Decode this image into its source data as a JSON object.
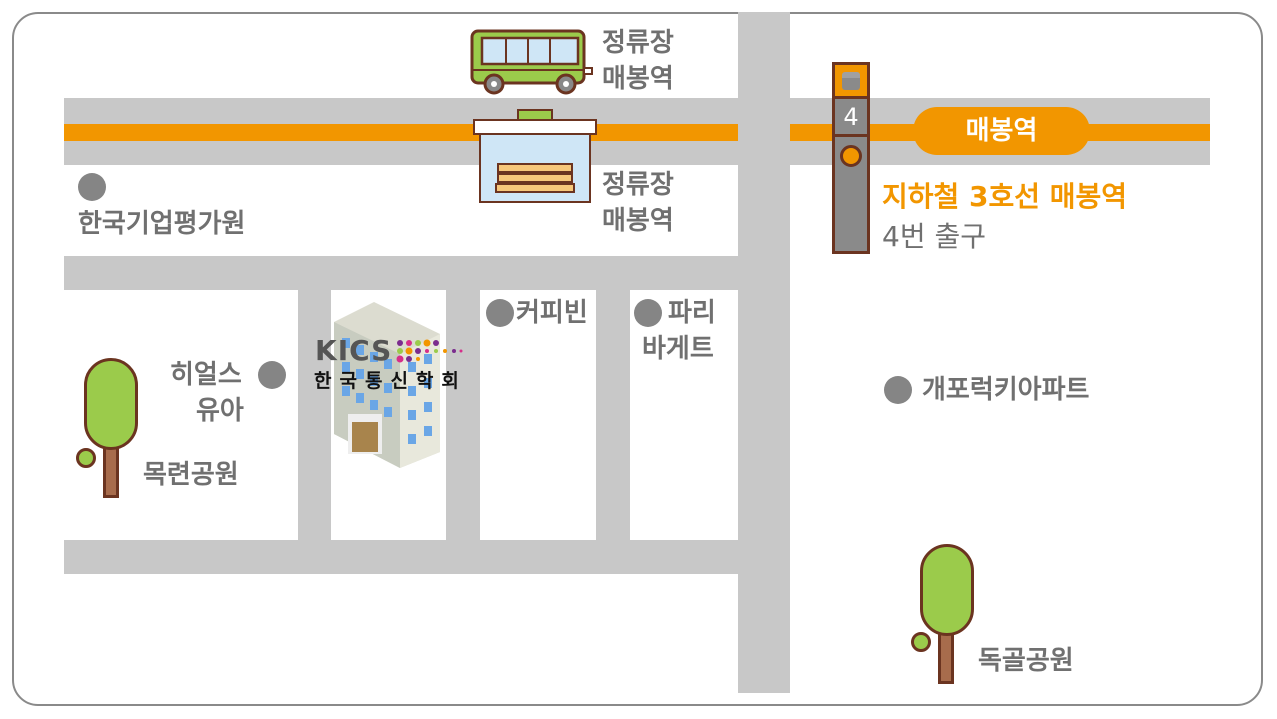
{
  "colors": {
    "road": "#c8c8c8",
    "subway_line": "#f29600",
    "label": "#707070",
    "dot": "#858585"
  },
  "bus_stop_top": {
    "line1": "정류장",
    "line2": "매봉역"
  },
  "bus_stop_bottom": {
    "line1": "정류장",
    "line2": "매봉역"
  },
  "station": {
    "pill": "매봉역",
    "exit_number": "4",
    "title": "지하철 3호선 매봉역",
    "exit": "4번 출구"
  },
  "places": {
    "kief": "한국기업평가원",
    "coffee": "커피빈",
    "paris_1": "파리",
    "paris_2": "바게트",
    "health_1": "히얼스",
    "health_2": "유아",
    "apt": "개포럭키아파트",
    "park_left": "목련공원",
    "park_right": "독골공원"
  },
  "kics": {
    "logo": "KICS",
    "name": "한국통신학회"
  }
}
